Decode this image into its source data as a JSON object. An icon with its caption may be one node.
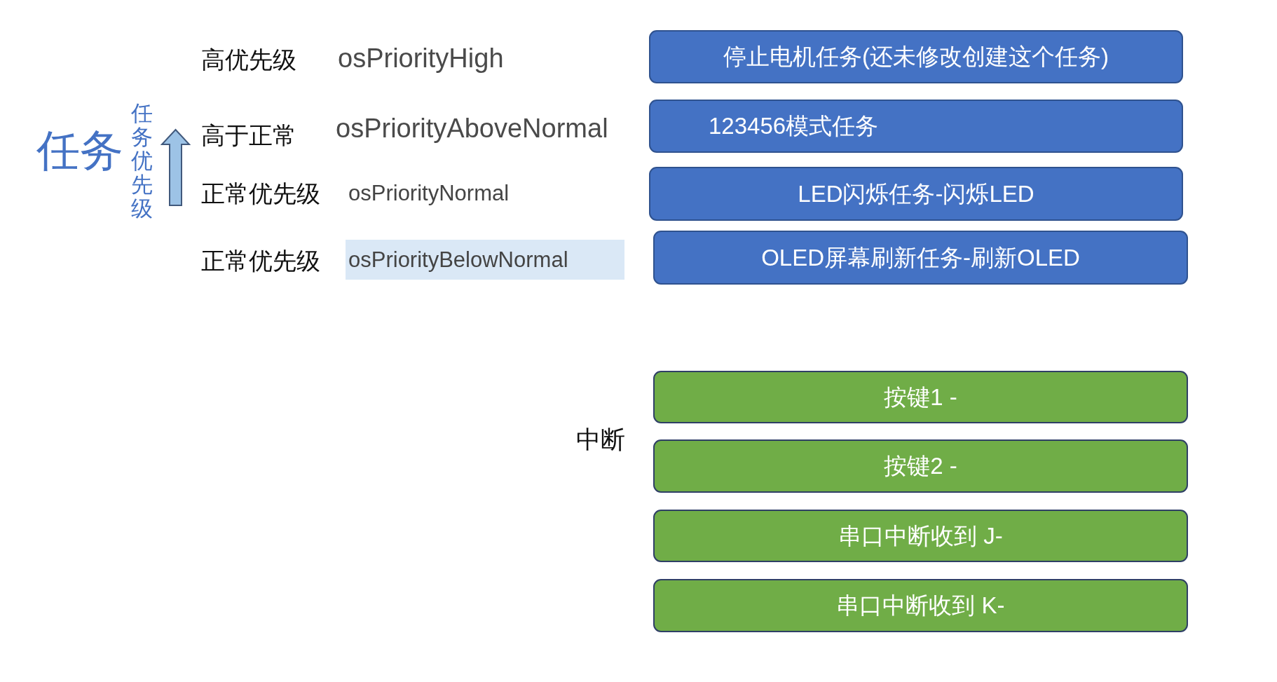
{
  "diagram": {
    "nodes": [
      {
        "text": [
          "停止电机任务(还未修改创建这个任务)"
        ]
      },
      {
        "text": [
          "123456模式任务"
        ]
      },
      {
        "text": [
          "LED闪烁任务-闪烁LED"
        ]
      },
      {
        "text": [
          "osPriorityBelowNormal"
        ]
      },
      {
        "text": [
          "OLED屏幕刷新任务-刷新OLED"
        ]
      },
      {
        "text": [
          "按键1 -"
        ]
      },
      {
        "text": [
          "按键2 -"
        ]
      },
      {
        "text": [
          "串口中断收到 J-"
        ]
      },
      {
        "text": [
          "串口中断收到 K-"
        ]
      }
    ],
    "labels": [
      "高优先级",
      "osPriorityHigh",
      "任务优先级",
      "任务",
      "高于正常",
      "osPriorityAboveNormal",
      "正常优先级",
      "osPriorityNormal",
      "正常优先级",
      "中断"
    ]
  }
}
